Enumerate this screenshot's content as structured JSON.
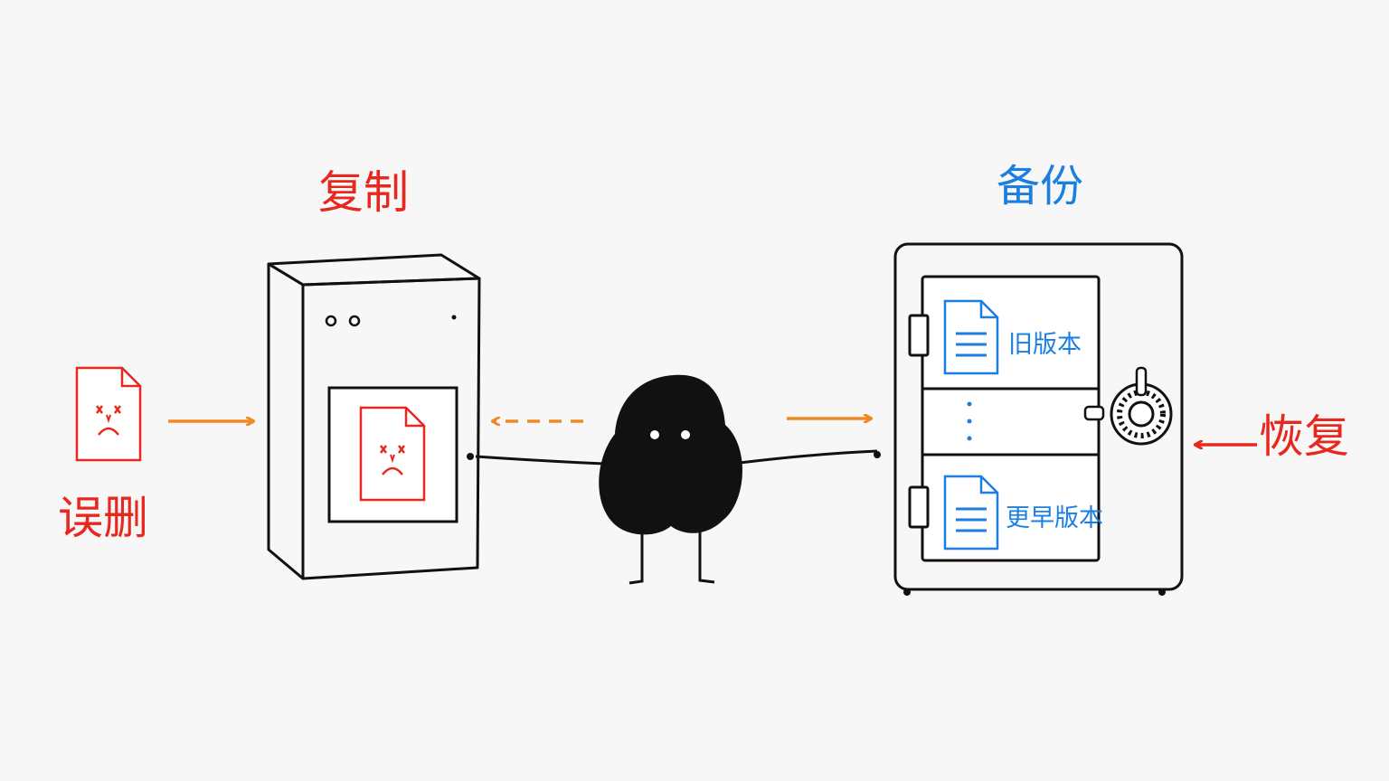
{
  "labels": {
    "replication": "复制",
    "backup": "备份",
    "accidental_delete": "误删",
    "restore": "恢复",
    "old_version": "旧版本",
    "earlier_version": "更早版本"
  },
  "icons": {
    "deleted_file": "sad-file-icon",
    "version_file": "document-icon",
    "ellipsis": "vertical-dots-icon",
    "dial": "combination-lock-icon"
  },
  "colors": {
    "red": "#e8281e",
    "blue": "#1a7fe0",
    "orange": "#f08a24",
    "ink": "#111111",
    "background": "#f7f7f7"
  }
}
